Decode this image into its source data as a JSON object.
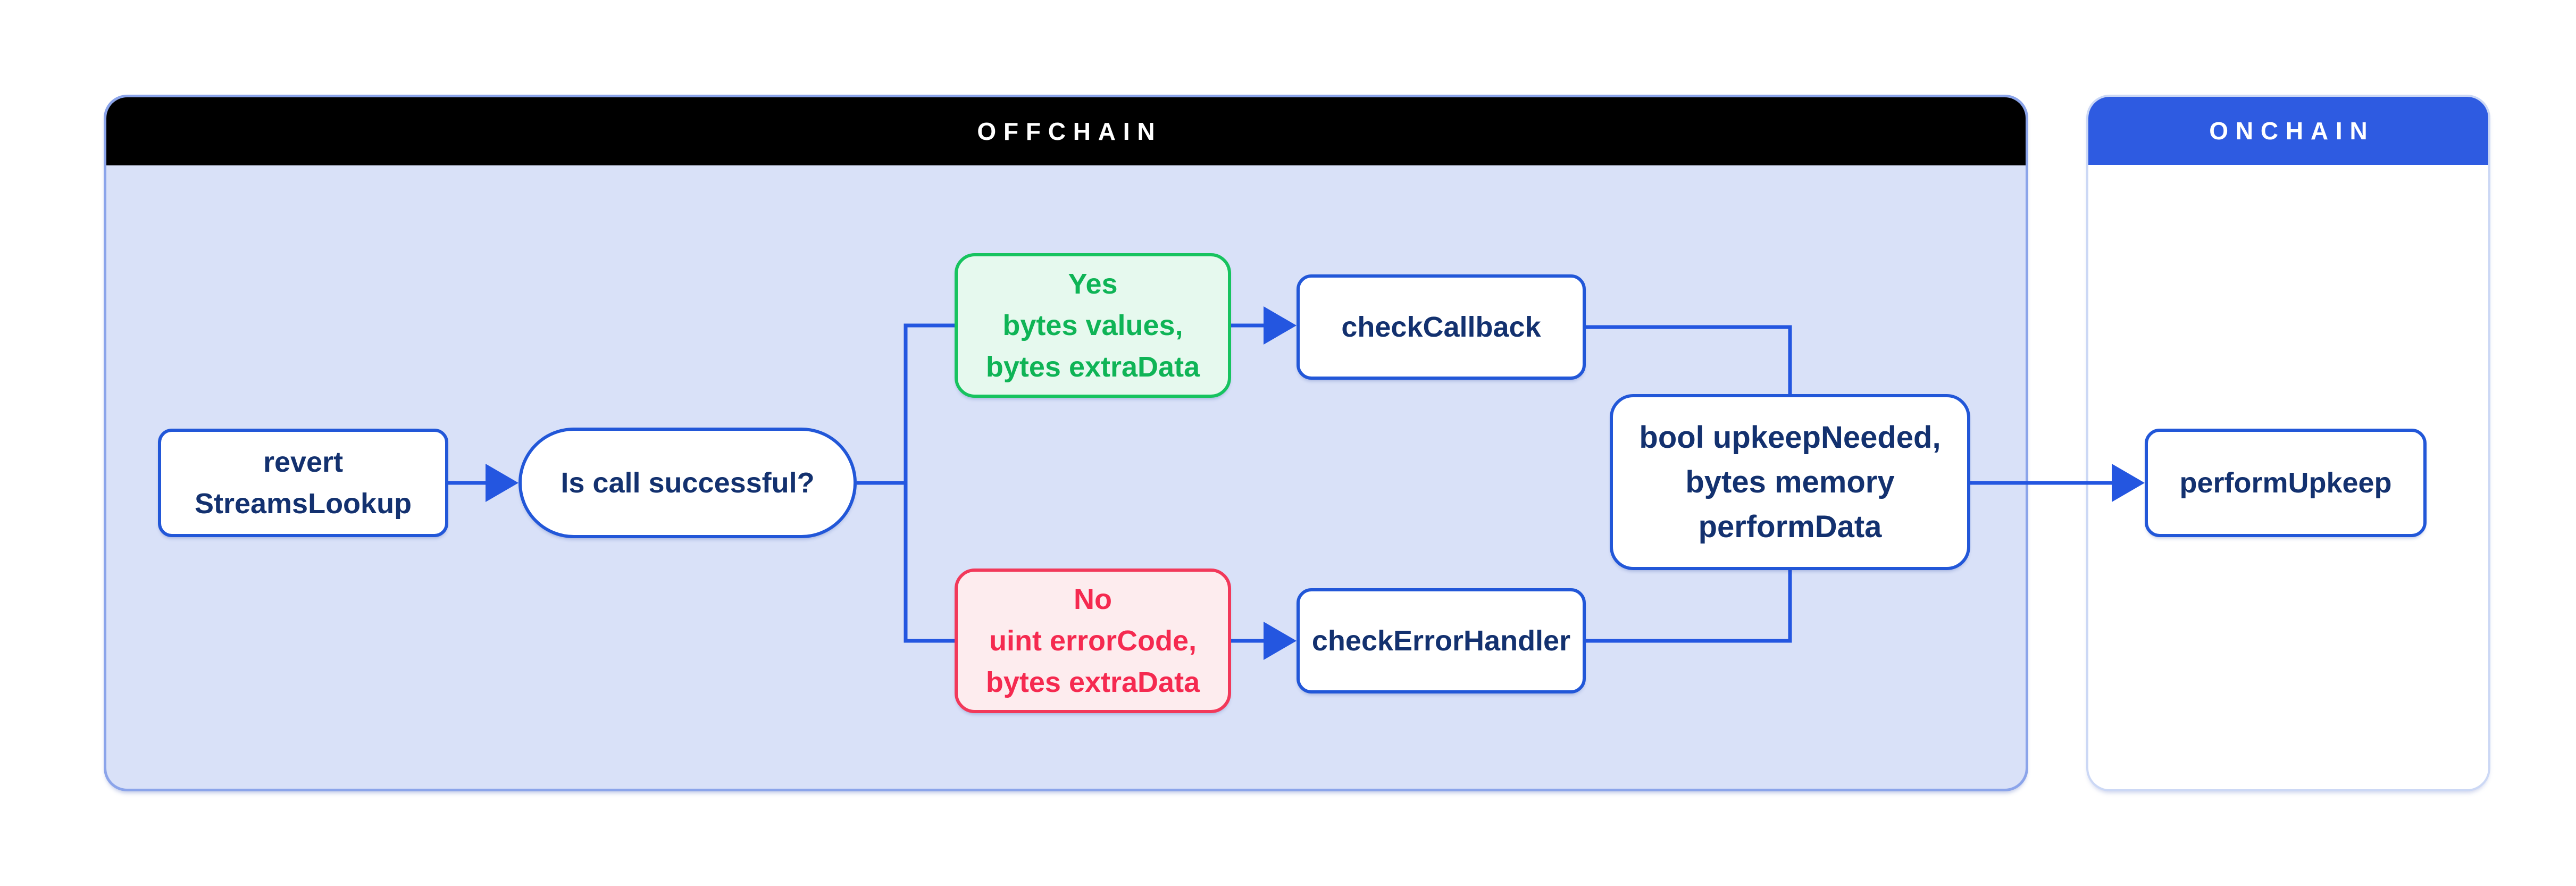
{
  "colors": {
    "page_bg": "#ffffff",
    "offchain_header_bg": "#000000",
    "offchain_header_text": "#ffffff",
    "offchain_panel_bg": "#d9e1f8",
    "offchain_panel_border": "#8ba4ea",
    "onchain_header_bg": "#2e5be1",
    "onchain_header_text": "#ffffff",
    "onchain_panel_bg": "#ffffff",
    "onchain_panel_border": "#ccd8f5",
    "node_border_blue": "#2257d8",
    "node_text_navy": "#13316f",
    "node_bg_white": "#ffffff",
    "connector_blue": "#2456e0",
    "yes_border_green": "#17c35f",
    "yes_text_green": "#0fb456",
    "yes_bg_green": "#e6f9ee",
    "no_border_red": "#f2395a",
    "no_text_red": "#f52a50",
    "no_bg_red": "#fdecee"
  },
  "panels": {
    "offchain": {
      "title": "OFFCHAIN"
    },
    "onchain": {
      "title": "ONCHAIN"
    }
  },
  "nodes": {
    "revert_streams_lookup": {
      "lines": [
        "revert",
        "StreamsLookup"
      ]
    },
    "is_call_successful": {
      "label": "Is call successful?"
    },
    "yes_branch": {
      "lines": [
        "Yes",
        "bytes values,",
        "bytes extraData"
      ]
    },
    "no_branch": {
      "lines": [
        "No",
        "uint errorCode,",
        "bytes extraData"
      ]
    },
    "check_callback": {
      "label": "checkCallback"
    },
    "check_error_handler": {
      "label": "checkErrorHandler"
    },
    "upkeep_result": {
      "lines": [
        "bool upkeepNeeded,",
        "bytes memory",
        "performData"
      ]
    },
    "perform_upkeep": {
      "label": "performUpkeep"
    }
  }
}
